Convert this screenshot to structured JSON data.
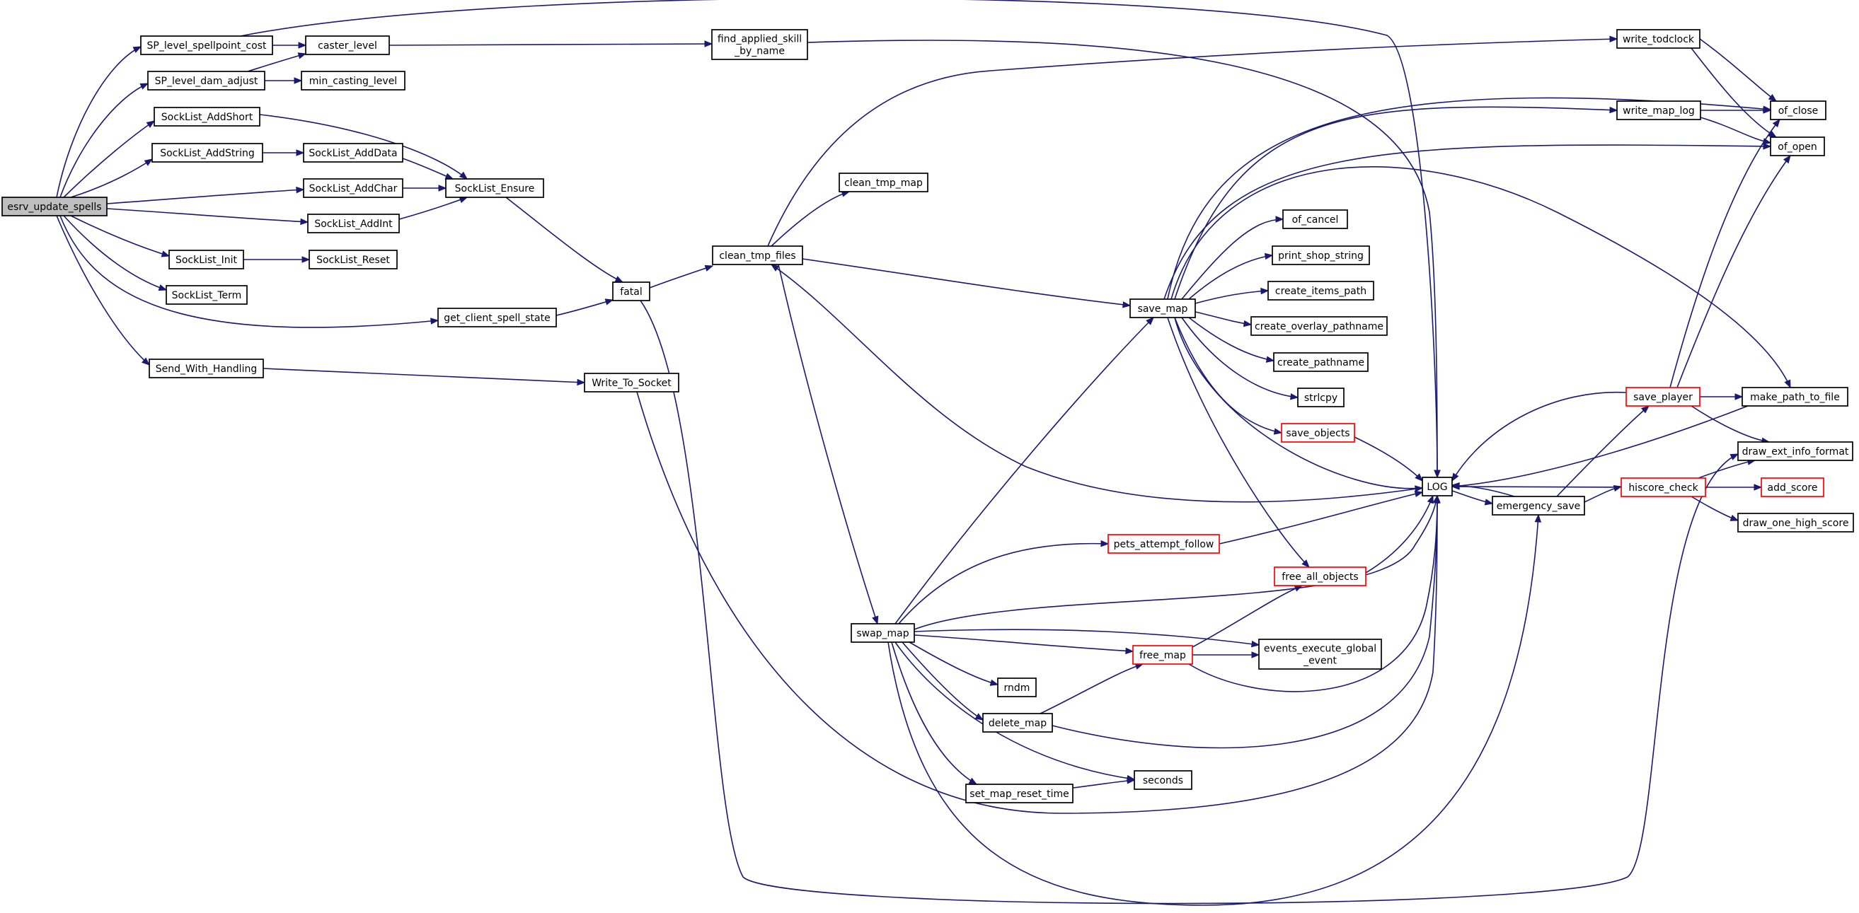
{
  "colors": {
    "edge": "#191970",
    "node_border": "#000000",
    "truncated_border": "#ff0000",
    "root_fill": "#bfbfbf",
    "node_fill": "#ffffff"
  },
  "nodes": {
    "esrv_update_spells": {
      "label": [
        "esrv_update_spells"
      ],
      "kind": "root"
    },
    "SP_level_spellpoint_cost": {
      "label": [
        "SP_level_spellpoint_cost"
      ],
      "kind": "normal"
    },
    "SP_level_dam_adjust": {
      "label": [
        "SP_level_dam_adjust"
      ],
      "kind": "normal"
    },
    "caster_level": {
      "label": [
        "caster_level"
      ],
      "kind": "normal"
    },
    "min_casting_level": {
      "label": [
        "min_casting_level"
      ],
      "kind": "normal"
    },
    "find_applied_skill_by_name": {
      "label": [
        "find_applied_skill",
        "_by_name"
      ],
      "kind": "normal"
    },
    "SockList_AddShort": {
      "label": [
        "SockList_AddShort"
      ],
      "kind": "normal"
    },
    "SockList_AddString": {
      "label": [
        "SockList_AddString"
      ],
      "kind": "normal"
    },
    "SockList_AddData": {
      "label": [
        "SockList_AddData"
      ],
      "kind": "normal"
    },
    "SockList_AddChar": {
      "label": [
        "SockList_AddChar"
      ],
      "kind": "normal"
    },
    "SockList_AddInt": {
      "label": [
        "SockList_AddInt"
      ],
      "kind": "normal"
    },
    "SockList_Ensure": {
      "label": [
        "SockList_Ensure"
      ],
      "kind": "normal"
    },
    "SockList_Init": {
      "label": [
        "SockList_Init"
      ],
      "kind": "normal"
    },
    "SockList_Reset": {
      "label": [
        "SockList_Reset"
      ],
      "kind": "normal"
    },
    "SockList_Term": {
      "label": [
        "SockList_Term"
      ],
      "kind": "normal"
    },
    "get_client_spell_state": {
      "label": [
        "get_client_spell_state"
      ],
      "kind": "normal"
    },
    "fatal": {
      "label": [
        "fatal"
      ],
      "kind": "normal"
    },
    "Send_With_Handling": {
      "label": [
        "Send_With_Handling"
      ],
      "kind": "normal"
    },
    "Write_To_Socket": {
      "label": [
        "Write_To_Socket"
      ],
      "kind": "normal"
    },
    "clean_tmp_files": {
      "label": [
        "clean_tmp_files"
      ],
      "kind": "normal"
    },
    "clean_tmp_map": {
      "label": [
        "clean_tmp_map"
      ],
      "kind": "normal"
    },
    "save_map": {
      "label": [
        "save_map"
      ],
      "kind": "normal"
    },
    "of_cancel": {
      "label": [
        "of_cancel"
      ],
      "kind": "normal"
    },
    "print_shop_string": {
      "label": [
        "print_shop_string"
      ],
      "kind": "normal"
    },
    "create_items_path": {
      "label": [
        "create_items_path"
      ],
      "kind": "normal"
    },
    "create_overlay_pathname": {
      "label": [
        "create_overlay_pathname"
      ],
      "kind": "normal"
    },
    "create_pathname": {
      "label": [
        "create_pathname"
      ],
      "kind": "normal"
    },
    "strlcpy": {
      "label": [
        "strlcpy"
      ],
      "kind": "normal"
    },
    "save_objects": {
      "label": [
        "save_objects"
      ],
      "kind": "truncated"
    },
    "free_all_objects": {
      "label": [
        "free_all_objects"
      ],
      "kind": "truncated"
    },
    "pets_attempt_follow": {
      "label": [
        "pets_attempt_follow"
      ],
      "kind": "truncated"
    },
    "swap_map": {
      "label": [
        "swap_map"
      ],
      "kind": "normal"
    },
    "free_map": {
      "label": [
        "free_map"
      ],
      "kind": "truncated"
    },
    "events_execute_global_event": {
      "label": [
        "events_execute_global",
        "_event"
      ],
      "kind": "normal"
    },
    "rndm": {
      "label": [
        "rndm"
      ],
      "kind": "normal"
    },
    "delete_map": {
      "label": [
        "delete_map"
      ],
      "kind": "normal"
    },
    "seconds": {
      "label": [
        "seconds"
      ],
      "kind": "normal"
    },
    "set_map_reset_time": {
      "label": [
        "set_map_reset_time"
      ],
      "kind": "normal"
    },
    "LOG": {
      "label": [
        "LOG"
      ],
      "kind": "normal"
    },
    "emergency_save": {
      "label": [
        "emergency_save"
      ],
      "kind": "normal"
    },
    "write_todclock": {
      "label": [
        "write_todclock"
      ],
      "kind": "normal"
    },
    "write_map_log": {
      "label": [
        "write_map_log"
      ],
      "kind": "normal"
    },
    "of_close": {
      "label": [
        "of_close"
      ],
      "kind": "normal"
    },
    "of_open": {
      "label": [
        "of_open"
      ],
      "kind": "normal"
    },
    "save_player": {
      "label": [
        "save_player"
      ],
      "kind": "truncated"
    },
    "make_path_to_file": {
      "label": [
        "make_path_to_file"
      ],
      "kind": "normal"
    },
    "draw_ext_info_format": {
      "label": [
        "draw_ext_info_format"
      ],
      "kind": "normal"
    },
    "hiscore_check": {
      "label": [
        "hiscore_check"
      ],
      "kind": "truncated"
    },
    "add_score": {
      "label": [
        "add_score"
      ],
      "kind": "truncated"
    },
    "draw_one_high_score": {
      "label": [
        "draw_one_high_score"
      ],
      "kind": "normal"
    }
  },
  "edges": [
    [
      "esrv_update_spells",
      "SP_level_spellpoint_cost"
    ],
    [
      "esrv_update_spells",
      "SP_level_dam_adjust"
    ],
    [
      "esrv_update_spells",
      "SockList_AddShort"
    ],
    [
      "esrv_update_spells",
      "SockList_AddString"
    ],
    [
      "esrv_update_spells",
      "SockList_AddChar"
    ],
    [
      "esrv_update_spells",
      "SockList_AddInt"
    ],
    [
      "esrv_update_spells",
      "SockList_Init"
    ],
    [
      "esrv_update_spells",
      "SockList_Term"
    ],
    [
      "esrv_update_spells",
      "get_client_spell_state"
    ],
    [
      "esrv_update_spells",
      "Send_With_Handling"
    ],
    [
      "SP_level_spellpoint_cost",
      "caster_level"
    ],
    [
      "SP_level_spellpoint_cost",
      "LOG"
    ],
    [
      "SP_level_dam_adjust",
      "caster_level"
    ],
    [
      "SP_level_dam_adjust",
      "min_casting_level"
    ],
    [
      "caster_level",
      "find_applied_skill_by_name"
    ],
    [
      "find_applied_skill_by_name",
      "LOG"
    ],
    [
      "SockList_AddShort",
      "SockList_Ensure"
    ],
    [
      "SockList_AddString",
      "SockList_AddData"
    ],
    [
      "SockList_AddData",
      "SockList_Ensure"
    ],
    [
      "SockList_AddChar",
      "SockList_Ensure"
    ],
    [
      "SockList_AddInt",
      "SockList_Ensure"
    ],
    [
      "SockList_Ensure",
      "fatal"
    ],
    [
      "SockList_Init",
      "SockList_Reset"
    ],
    [
      "get_client_spell_state",
      "fatal"
    ],
    [
      "fatal",
      "clean_tmp_files"
    ],
    [
      "fatal",
      "draw_ext_info_format"
    ],
    [
      "Send_With_Handling",
      "Write_To_Socket"
    ],
    [
      "Write_To_Socket",
      "LOG"
    ],
    [
      "clean_tmp_files",
      "write_todclock"
    ],
    [
      "clean_tmp_files",
      "clean_tmp_map"
    ],
    [
      "clean_tmp_files",
      "save_map"
    ],
    [
      "clean_tmp_files",
      "swap_map"
    ],
    [
      "save_map",
      "LOG"
    ],
    [
      "save_map",
      "write_map_log"
    ],
    [
      "save_map",
      "of_close"
    ],
    [
      "save_map",
      "of_open"
    ],
    [
      "save_map",
      "of_cancel"
    ],
    [
      "save_map",
      "print_shop_string"
    ],
    [
      "save_map",
      "create_items_path"
    ],
    [
      "save_map",
      "create_overlay_pathname"
    ],
    [
      "save_map",
      "create_pathname"
    ],
    [
      "save_map",
      "strlcpy"
    ],
    [
      "save_map",
      "save_objects"
    ],
    [
      "save_map",
      "free_all_objects"
    ],
    [
      "save_map",
      "make_path_to_file"
    ],
    [
      "save_objects",
      "LOG"
    ],
    [
      "free_all_objects",
      "LOG"
    ],
    [
      "swap_map",
      "LOG"
    ],
    [
      "swap_map",
      "save_map"
    ],
    [
      "swap_map",
      "pets_attempt_follow"
    ],
    [
      "swap_map",
      "free_map"
    ],
    [
      "swap_map",
      "events_execute_global_event"
    ],
    [
      "swap_map",
      "rndm"
    ],
    [
      "swap_map",
      "delete_map"
    ],
    [
      "swap_map",
      "set_map_reset_time"
    ],
    [
      "swap_map",
      "emergency_save"
    ],
    [
      "pets_attempt_follow",
      "LOG"
    ],
    [
      "free_map",
      "free_all_objects"
    ],
    [
      "free_map",
      "events_execute_global_event"
    ],
    [
      "free_map",
      "LOG"
    ],
    [
      "delete_map",
      "free_map"
    ],
    [
      "delete_map",
      "LOG"
    ],
    [
      "set_map_reset_time",
      "seconds"
    ],
    [
      "swap_map",
      "seconds"
    ],
    [
      "LOG",
      "clean_tmp_files"
    ],
    [
      "LOG",
      "emergency_save"
    ],
    [
      "emergency_save",
      "LOG"
    ],
    [
      "emergency_save",
      "save_player"
    ],
    [
      "emergency_save",
      "hiscore_check"
    ],
    [
      "write_todclock",
      "of_close"
    ],
    [
      "write_todclock",
      "of_open"
    ],
    [
      "write_map_log",
      "of_close"
    ],
    [
      "write_map_log",
      "of_open"
    ],
    [
      "save_player",
      "LOG"
    ],
    [
      "save_player",
      "of_close"
    ],
    [
      "save_player",
      "of_open"
    ],
    [
      "save_player",
      "make_path_to_file"
    ],
    [
      "save_player",
      "draw_ext_info_format"
    ],
    [
      "make_path_to_file",
      "LOG"
    ],
    [
      "hiscore_check",
      "LOG"
    ],
    [
      "hiscore_check",
      "draw_ext_info_format"
    ],
    [
      "hiscore_check",
      "add_score"
    ],
    [
      "hiscore_check",
      "draw_one_high_score"
    ]
  ]
}
